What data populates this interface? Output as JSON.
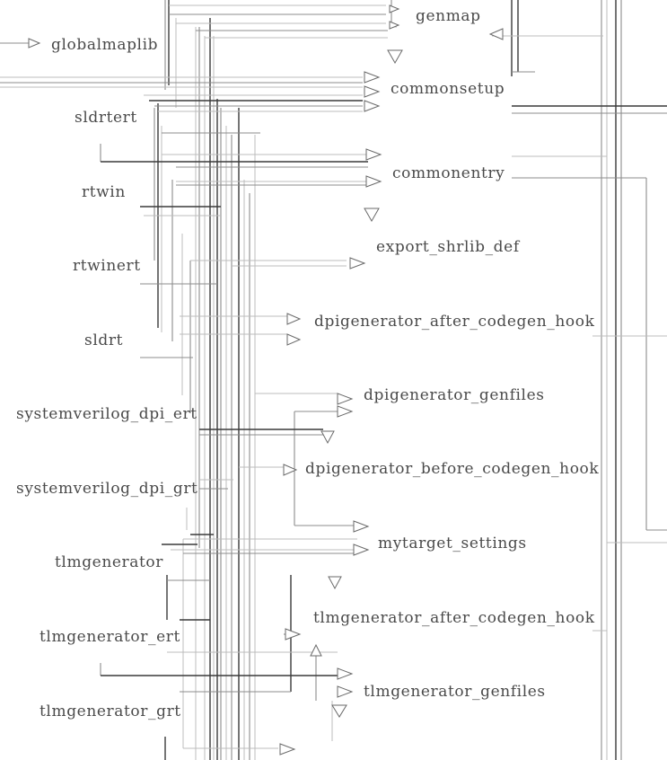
{
  "diagram": {
    "left_nodes": [
      "globalmaplib",
      "sldrtert",
      "rtwin",
      "rtwinert",
      "sldrt",
      "systemverilog_dpi_ert",
      "systemverilog_dpi_grt",
      "tlmgenerator",
      "tlmgenerator_ert",
      "tlmgenerator_grt"
    ],
    "right_nodes": [
      "genmap",
      "commonsetup",
      "commonentry",
      "export_shrlib_def",
      "dpigenerator_after_codegen_hook",
      "dpigenerator_genfiles",
      "dpigenerator_before_codegen_hook",
      "mytarget_settings",
      "tlmgenerator_after_codegen_hook",
      "tlmgenerator_genfiles"
    ],
    "colors": {
      "label": "#4a4a4a",
      "wire_dark": "#3a3a3a",
      "wire_mid": "#8c8c8c",
      "wire_light": "#bcbcbc"
    }
  }
}
